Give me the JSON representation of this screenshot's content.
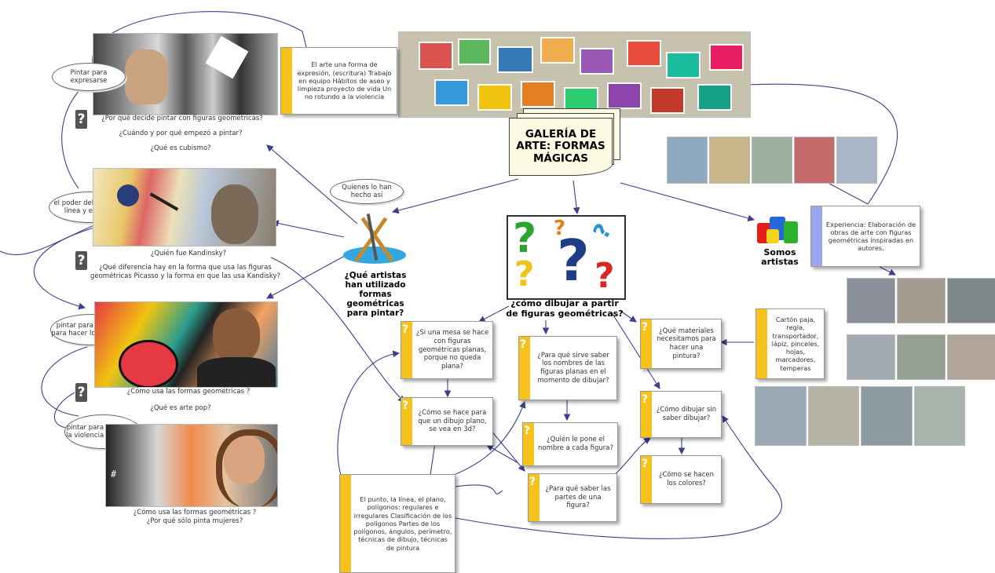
{
  "title": {
    "line1": "GALERÍA DE",
    "line2": "ARTE: FORMAS",
    "line3": "MÁGICAS"
  },
  "center": {
    "line1": "¿cómo dibujar a partir",
    "line2": "de figuras geométricas?"
  },
  "artists_question": {
    "line1": "¿Qué artistas",
    "line2": "han utilizado",
    "line3": "formas",
    "line4": "geométricas",
    "line5": "para pintar?"
  },
  "somos": {
    "line1": "Somos",
    "line2": "artistas"
  },
  "clouds": {
    "quienes": "Quienes lo han hecho así",
    "pintar": "Pintar para expresarse",
    "poder": "el poder del punto, la línea y el Plano",
    "feliz": "pintar para ser feliz , para hacer lo que gusta",
    "violencia": "pintar para decir no a la violencia de género"
  },
  "notes": {
    "arte": "El arte una forma de expresión, (escritura) Trabajo en equipo Hábitos de aseo y limpieza proyecto de vida Un no rotundo a la violencia",
    "experiencia": "Experiencia: Elaboración de obras de arte con figuras geométricas inspiradas en autores.",
    "materiales": "Cartón paja, regla, transportador, lápiz, pinceles, hojas, marcadores, temperas",
    "contenidos": "El punto, la línea, el plano, polígonos: regulares e irregulares Clasificación de los polígonos Partes de los polígonos, ángulos, perímetro, técnicas de dibujo, técnicas de pintura"
  },
  "picasso_questions": {
    "q1": "¿Por qué decide pintar con figuras geométricas?",
    "q2": "¿Cuándo y por qué empezó a pintar?",
    "q3": "¿Qué es cubismo?"
  },
  "kandinsky_questions": {
    "q1": "¿Quién fue Kandinsky?",
    "q2": "¿Qué diferencia hay en la forma que usa las figuras geométricas Picasso y la forma en que las usa Kandisky?"
  },
  "britto_questions": {
    "q1": "¿Cómo usa las formas geométricas ?",
    "q2": "¿Qué es arte pop?"
  },
  "woman_questions": {
    "q1": "¿Cómo usa las formas geométricas ?",
    "q2": "¿Por qué sólo pinta mujeres?"
  },
  "cards": {
    "mesa": "¿Si una mesa se hace con figuras geométricas planas, porque no queda plana?",
    "plano3d": "¿Cómo se hace para que un dibujo plano, se vea en 3d?",
    "nombres": "¿Para qué sirve saber los nombres de las figuras planas en el momento de dibujar?",
    "quien": "¿Quién le pone el nombre a cada figura?",
    "partes": "¿Para qué saber las partes de una figura?",
    "materiales": "¿Qué materiales necesitamos para hacer una pintura?",
    "sinsaber": "¿Cómo dibujar sin saber dibujar?",
    "colores": "¿Cómo se hacen los colores?"
  },
  "glyphs": {
    "q": "?"
  },
  "colors": {
    "card_bar": "#f8c21c",
    "note_bar": "#f8c21c",
    "note_bar_blue": "#9aa6f0",
    "link": "#3b3f8f"
  }
}
